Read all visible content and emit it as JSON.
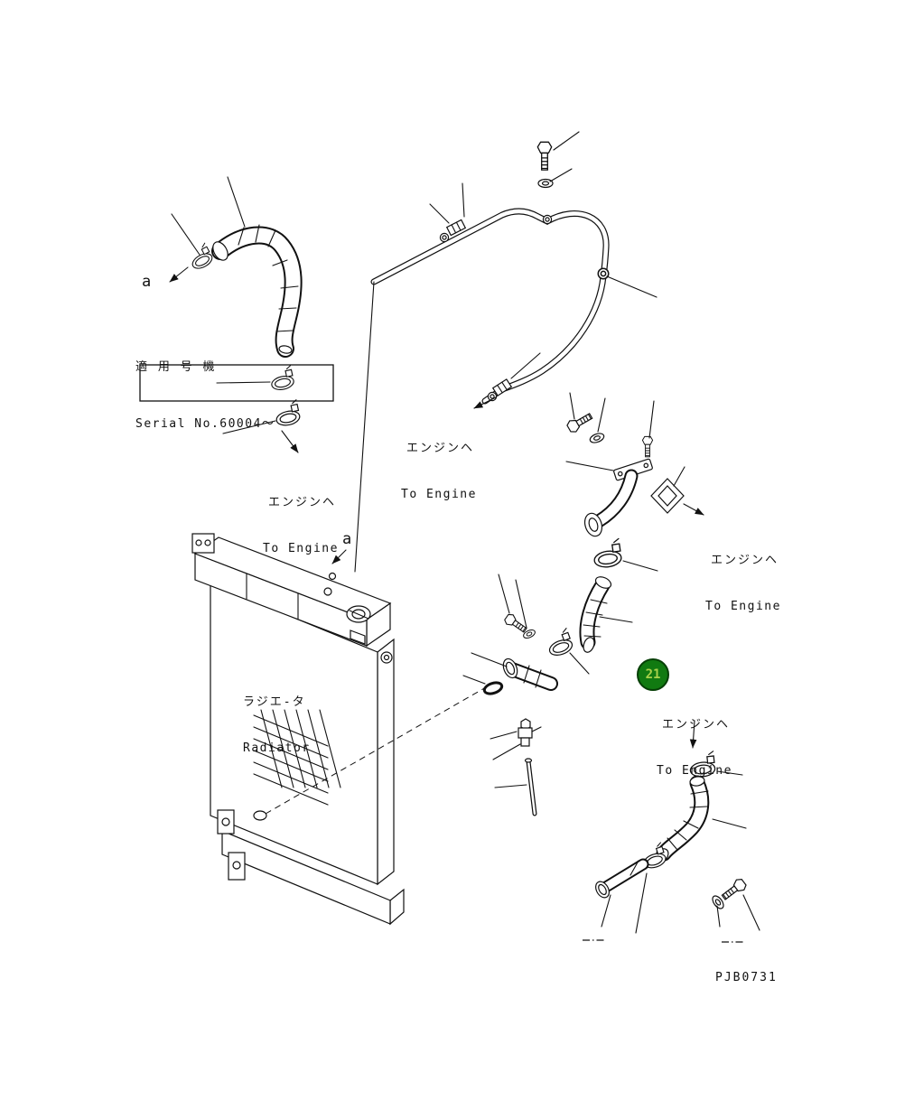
{
  "document": {
    "code": "PJB0731",
    "background": "#ffffff",
    "line_color": "#111111"
  },
  "labels": {
    "view_a_top": "a",
    "view_a_radiator": "a",
    "serial_title": "適 用 号 機",
    "serial_number": "Serial No.60004～",
    "radiator_jp": "ラジエ-タ",
    "radiator_en": "Radiator"
  },
  "to_engine_labels": [
    {
      "jp": "エンジンヘ",
      "en": "To Engine"
    },
    {
      "jp": "エンジンヘ",
      "en": "To Engine"
    },
    {
      "jp": "エンジンヘ",
      "en": "To Engine"
    },
    {
      "jp": "エンジンヘ",
      "en": "To Engine"
    }
  ],
  "callout": {
    "number": "21",
    "fill_color": "#117a11",
    "text_color": "#a9d24a",
    "border_color": "#063f06"
  }
}
